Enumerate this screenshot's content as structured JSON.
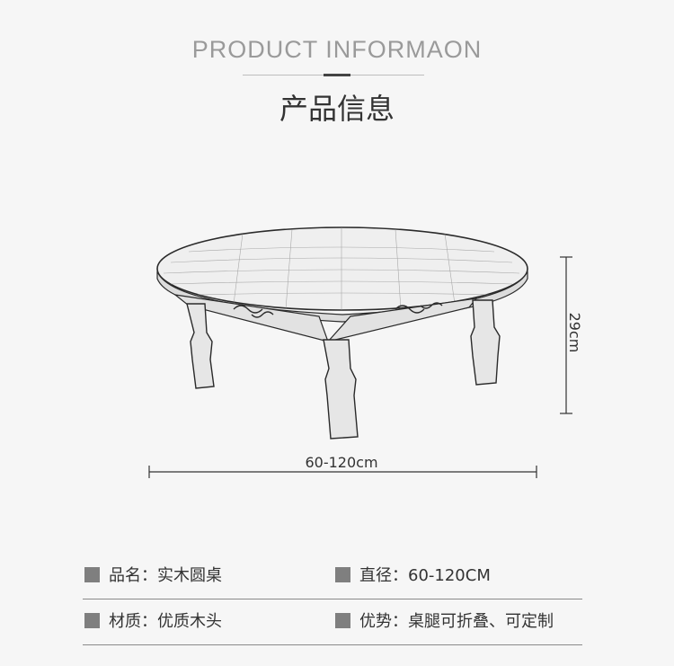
{
  "header": {
    "title_en": "PRODUCT  INFORMAON",
    "title_cn": "产品信息"
  },
  "dimensions": {
    "width_label": "60-120cm",
    "height_label": "29cm"
  },
  "specs": [
    {
      "left": "品名：实木圆桌",
      "right": "直径：60-120CM"
    },
    {
      "left": "材质：优质木头",
      "right": "优势：桌腿可折叠、可定制"
    }
  ],
  "colors": {
    "background": "#f6f6f6",
    "bullet": "#7f7f7f",
    "accent_rule": "#444444"
  }
}
